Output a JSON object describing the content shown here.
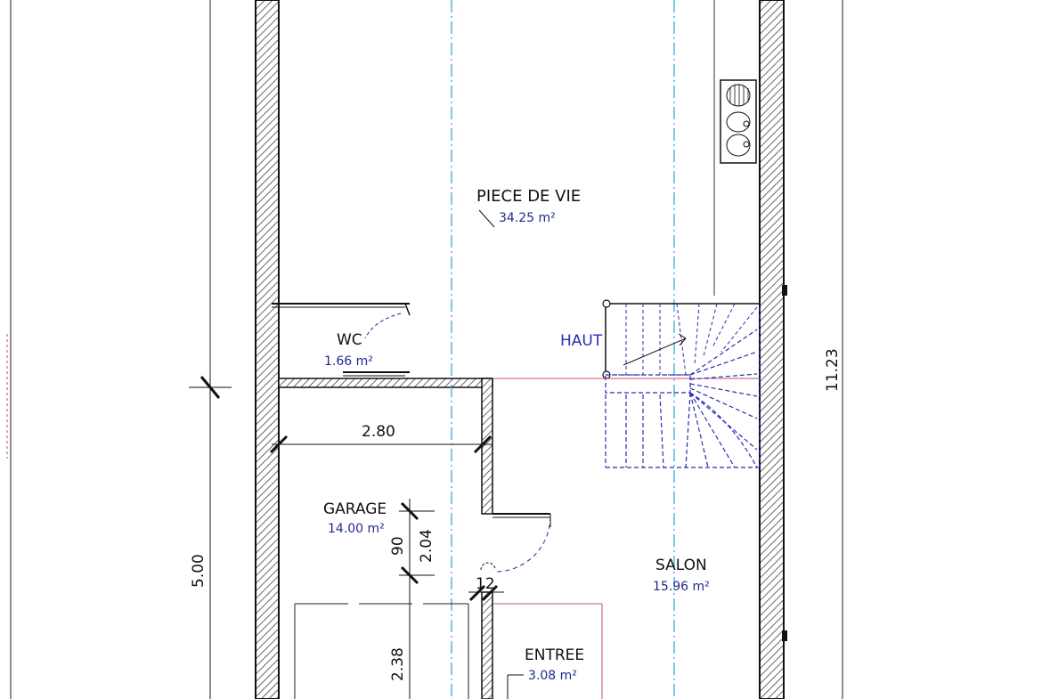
{
  "colors": {
    "wall": "#1a1a1a",
    "hatch": "#555555",
    "area_text": "#1f2a8c",
    "stair": "#2b2bb5",
    "axis": "#2aa1e0",
    "accent": "#c2526b"
  },
  "rooms": {
    "piece_de_vie": {
      "name": "PIECE DE VIE",
      "area": "34.25 m²"
    },
    "wc": {
      "name": "WC",
      "area": "1.66 m²"
    },
    "garage": {
      "name": "GARAGE",
      "area": "14.00 m²"
    },
    "salon": {
      "name": "SALON",
      "area": "15.96 m²"
    },
    "entree": {
      "name": "ENTREE",
      "area": "3.08 m²"
    }
  },
  "stairs": {
    "label": "HAUT"
  },
  "dimensions": {
    "overall_length": "11.23",
    "left_length": "5.00",
    "garage_width": "2.80",
    "door_height": "2.04",
    "door_width": "90",
    "wall_thickness": "12",
    "garage_door": "2.38"
  }
}
